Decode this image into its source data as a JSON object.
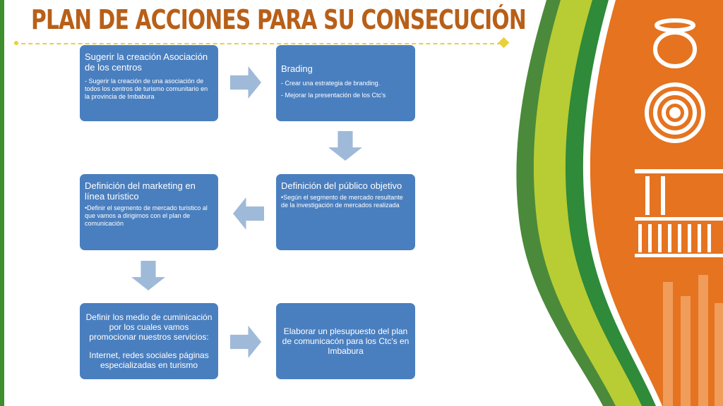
{
  "title": "PLAN DE ACCIONES PARA SU CONSECUCIÓN",
  "boxes": [
    {
      "heading": "Sugerir la creación Asociación de los centros",
      "body": "-  Sugerir la creación de una asociación de todos los centros de turismo comunitario en la provincia de Imbabura"
    },
    {
      "heading": "Brading",
      "items": [
        "- Crear una estrategia de branding.",
        "- Mejorar la presentación de los Ctc's"
      ]
    },
    {
      "heading": "Definición del público objetivo",
      "body": "•Según el segmento de mercado resultante de la investigación de mercados realizada"
    },
    {
      "heading": "Definición del marketing en línea turistico",
      "body": "•Definir el segmento de mercado turistico al que vamos a dirigirnos con el plan de comunicación"
    },
    {
      "heading": "Definir los medio de cuminicación por los cuales vamos promocionar nuestros servicios:",
      "body": "Internet,  redes sociales páginas especializadas en turismo"
    },
    {
      "heading": "Elaborar un plesupuesto del plan de comunicacón para los Ctc's en Imbabura"
    }
  ],
  "colors": {
    "title": "#b85f18",
    "box": "#4a7fbf",
    "arrow": "#9fb9d9",
    "accent_line": "#e8d13a",
    "deco_orange": "#e5731f",
    "deco_green": "#2f8a3a",
    "deco_lime": "#b8cc34"
  }
}
